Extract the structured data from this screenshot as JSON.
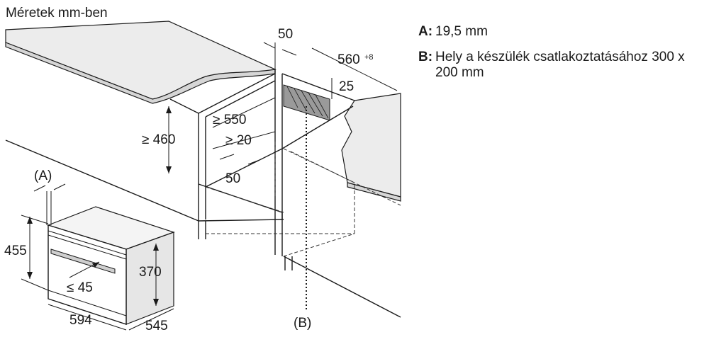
{
  "title": "Méretek mm-ben",
  "legend": [
    {
      "key": "A:",
      "text": "19,5 mm"
    },
    {
      "key": "B:",
      "text": "Hely a készülék csatlakoztatásához 300 x 200 mm"
    }
  ],
  "dimensions": {
    "d50_top": "50",
    "d560": "560",
    "d560_sup": "+8",
    "d25": "25",
    "d550": "≥ 550",
    "d460": "≥ 460",
    "d20": "≥ 20",
    "d50_mid": "50",
    "a_label": "(A)",
    "d455": "455",
    "d370": "370",
    "d45": "≤ 45",
    "d594": "594",
    "d545": "545",
    "b_label": "(B)"
  }
}
